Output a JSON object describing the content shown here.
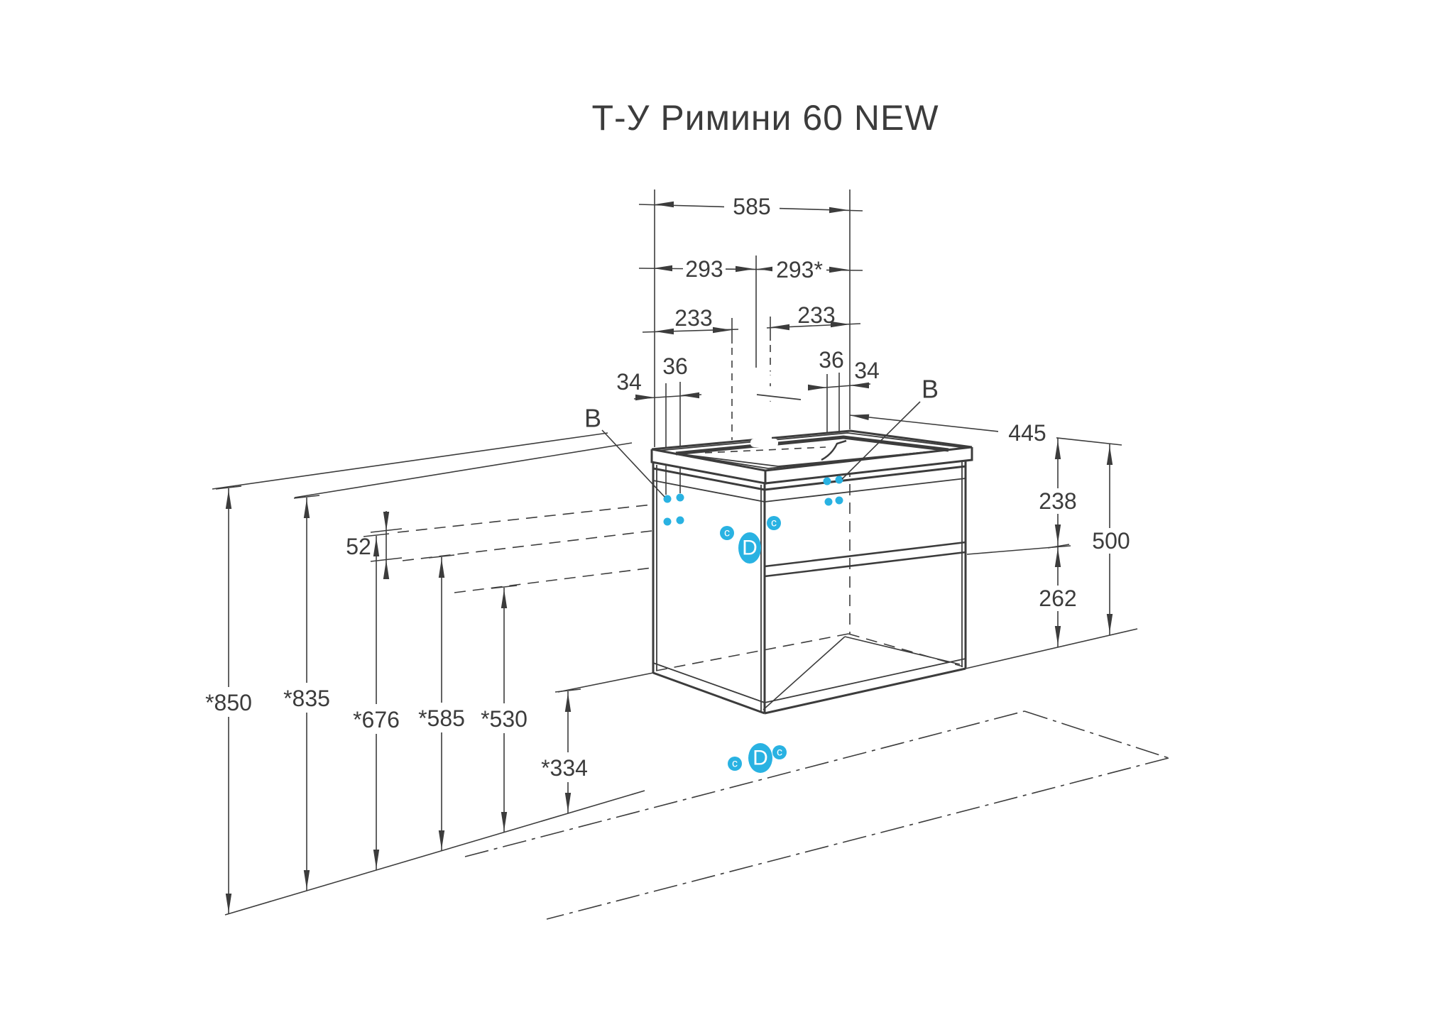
{
  "title": "Т-У Римини 60 NEW",
  "colors": {
    "line": "#3C3C3C",
    "accent": "#29B2E2"
  },
  "drawing": {
    "top_dims": {
      "total_width": "585",
      "left_half": "293",
      "right_half": "293*",
      "left_to_center": "233",
      "right_to_center": "233",
      "hole_pitch_left": "36",
      "hole_pitch_right": "36",
      "edge_offset_left": "34",
      "edge_offset_right": "34"
    },
    "side_dims": {
      "depth": "445",
      "top_drawer": "238",
      "total_height": "500",
      "bottom_drawer": "262"
    },
    "height_dims": {
      "hole_row_gap": "52",
      "countertop_height": "*850",
      "cabinet_top_height": "*835",
      "upper_holes_height": "*676",
      "lower_holes_height": "*585",
      "divider_height": "*530",
      "cabinet_bottom_height": "*334"
    },
    "callouts": {
      "wall_mount": "B",
      "fastener_small": "c",
      "fastener_large": "D"
    }
  }
}
